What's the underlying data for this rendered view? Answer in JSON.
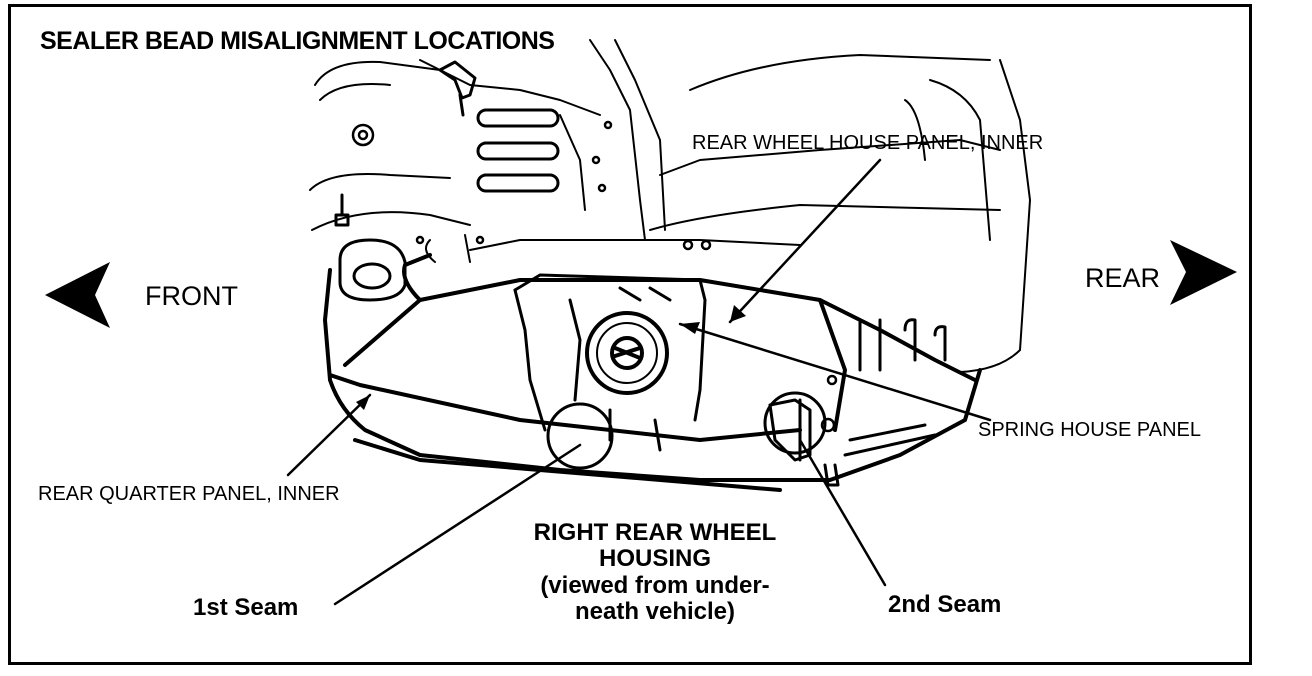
{
  "title": "SEALER BEAD MISALIGNMENT LOCATIONS",
  "direction_labels": {
    "front": "FRONT",
    "rear": "REAR"
  },
  "callouts": {
    "rear_wheel_house_inner": "REAR WHEEL HOUSE PANEL, INNER",
    "spring_house_panel": "SPRING HOUSE PANEL",
    "rear_quarter_inner": "REAR QUARTER PANEL, INNER",
    "first_seam": "1st Seam",
    "second_seam": "2nd Seam"
  },
  "caption": {
    "line1": "RIGHT REAR WHEEL",
    "line2": "HOUSING",
    "line3": "(viewed from under-",
    "line4": "neath vehicle)"
  },
  "colors": {
    "ink": "#000000",
    "paper": "#ffffff"
  }
}
